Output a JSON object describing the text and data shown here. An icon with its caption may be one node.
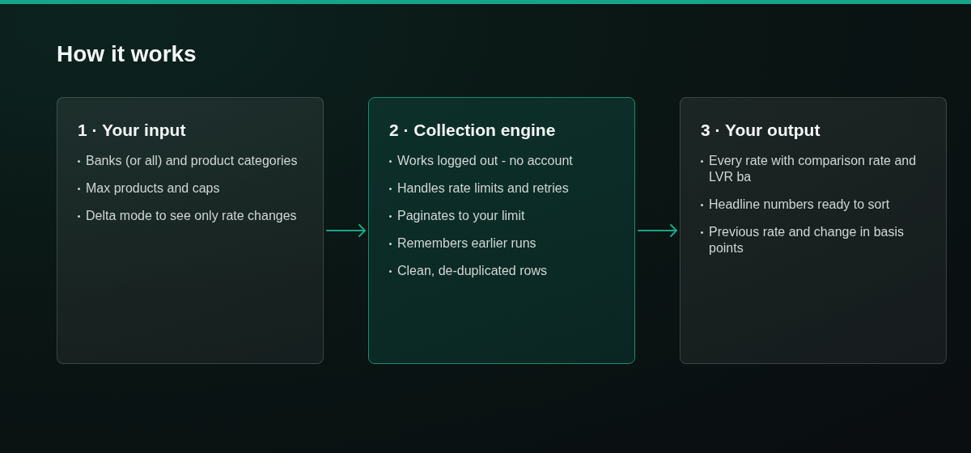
{
  "diagram": {
    "title": "How it works",
    "nodes": [
      {
        "text": [
          "1 · Your input",
          "Banks (or all) and product categories",
          "Max products and caps",
          "Delta mode to see only rate changes"
        ]
      },
      {
        "text": [
          "2 · Collection engine",
          "Works logged out - no account",
          "Handles rate limits and retries",
          "Paginates to your limit",
          "Remembers earlier runs",
          "Clean, de-duplicated rows"
        ]
      },
      {
        "text": [
          "3 · Your output",
          "Every rate with comparison rate and LVR ba",
          "Headline numbers ready to sort",
          "Previous rate and change in basis points"
        ]
      }
    ],
    "edges": [
      {
        "from": 0,
        "to": 1,
        "arrow": "to"
      },
      {
        "from": 1,
        "to": 2,
        "arrow": "to"
      }
    ]
  }
}
